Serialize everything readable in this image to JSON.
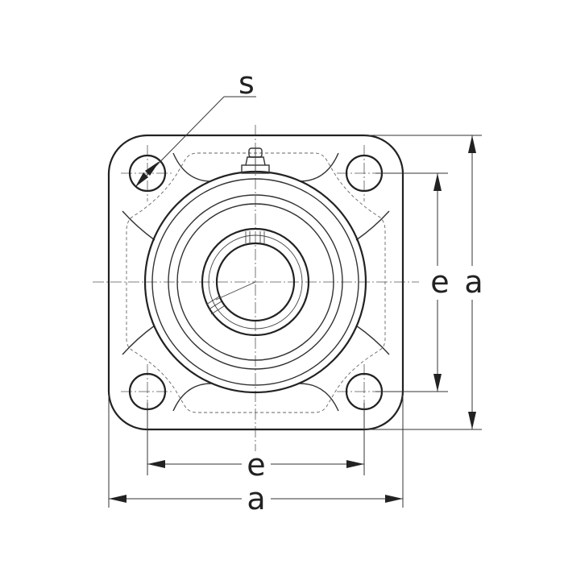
{
  "drawing": {
    "dimension_labels": {
      "screw": "s",
      "bolt_spacing_horizontal": "e",
      "overall_width": "a",
      "bolt_spacing_vertical": "e",
      "overall_height": "a"
    },
    "line_color": "#222222",
    "background": "#ffffff"
  }
}
